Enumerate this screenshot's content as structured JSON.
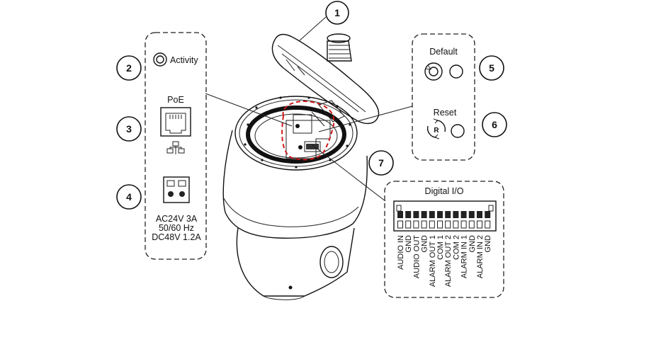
{
  "callouts": [
    "1",
    "2",
    "3",
    "4",
    "5",
    "6",
    "7"
  ],
  "labels": {
    "activity": "Activity",
    "poe": "PoE",
    "power_line1": "AC24V  3A",
    "power_line2": "50/60 Hz",
    "power_line3": "DC48V 1.2A",
    "default": "Default",
    "reset": "Reset",
    "reset_glyph": "R",
    "digital_io": "Digital I/O"
  },
  "io_pins": [
    "AUDIO IN",
    "GND",
    "AUDIO OUT",
    "GND",
    "ALARM OUT 1",
    "COM 1",
    "ALARM OUT 2",
    "COM 2",
    "ALARM IN 1",
    "GND",
    "ALARM IN 2",
    "GND"
  ]
}
